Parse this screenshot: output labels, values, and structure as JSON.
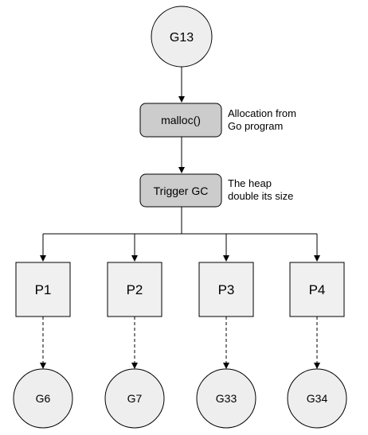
{
  "colors": {
    "circle_fill": "#eeeeee",
    "process_fill": "#cccccc",
    "p_box_fill": "#f0f0f0",
    "stroke": "#000000",
    "background": "#ffffff"
  },
  "root": {
    "label": "G13"
  },
  "steps": [
    {
      "label": "malloc()",
      "note": [
        "Allocation from",
        "Go program"
      ]
    },
    {
      "label": "Trigger GC",
      "note": [
        "The heap",
        "double its size"
      ]
    }
  ],
  "processors": [
    {
      "label": "P1",
      "goroutine": "G6"
    },
    {
      "label": "P2",
      "goroutine": "G7"
    },
    {
      "label": "P3",
      "goroutine": "G33"
    },
    {
      "label": "P4",
      "goroutine": "G34"
    }
  ]
}
